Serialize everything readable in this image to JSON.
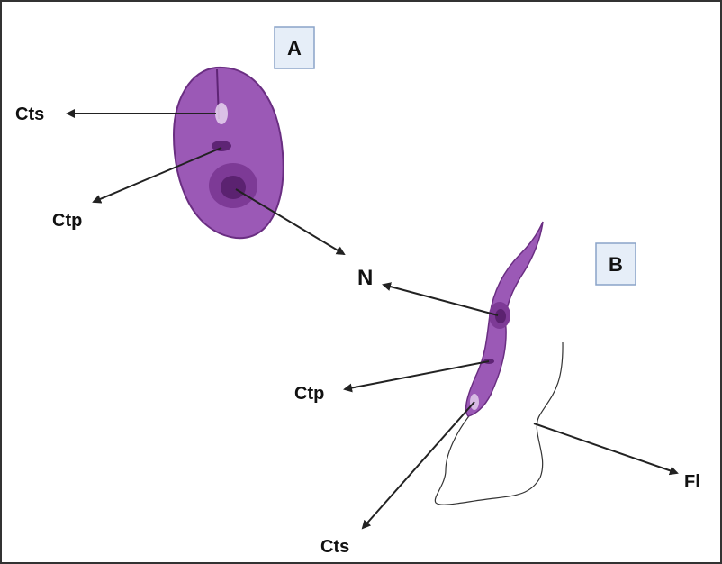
{
  "panels": {
    "a": {
      "label": "A"
    },
    "b": {
      "label": "B"
    }
  },
  "labels": {
    "cts_a": "Cts",
    "ctp_a": "Ctp",
    "n": "N",
    "ctp_b": "Ctp",
    "cts_b": "Cts",
    "fl": "Fl"
  },
  "colors": {
    "cell_fill": "#9b59b6",
    "cell_stroke": "#6a2e82",
    "nucleus_outer": "#7d3a96",
    "nucleus_inner": "#5b2270",
    "kinetoplast": "#5e2475",
    "panel_box_fill": "#e6eef8",
    "panel_box_stroke": "#8aa3c8",
    "arrow": "#222222"
  }
}
